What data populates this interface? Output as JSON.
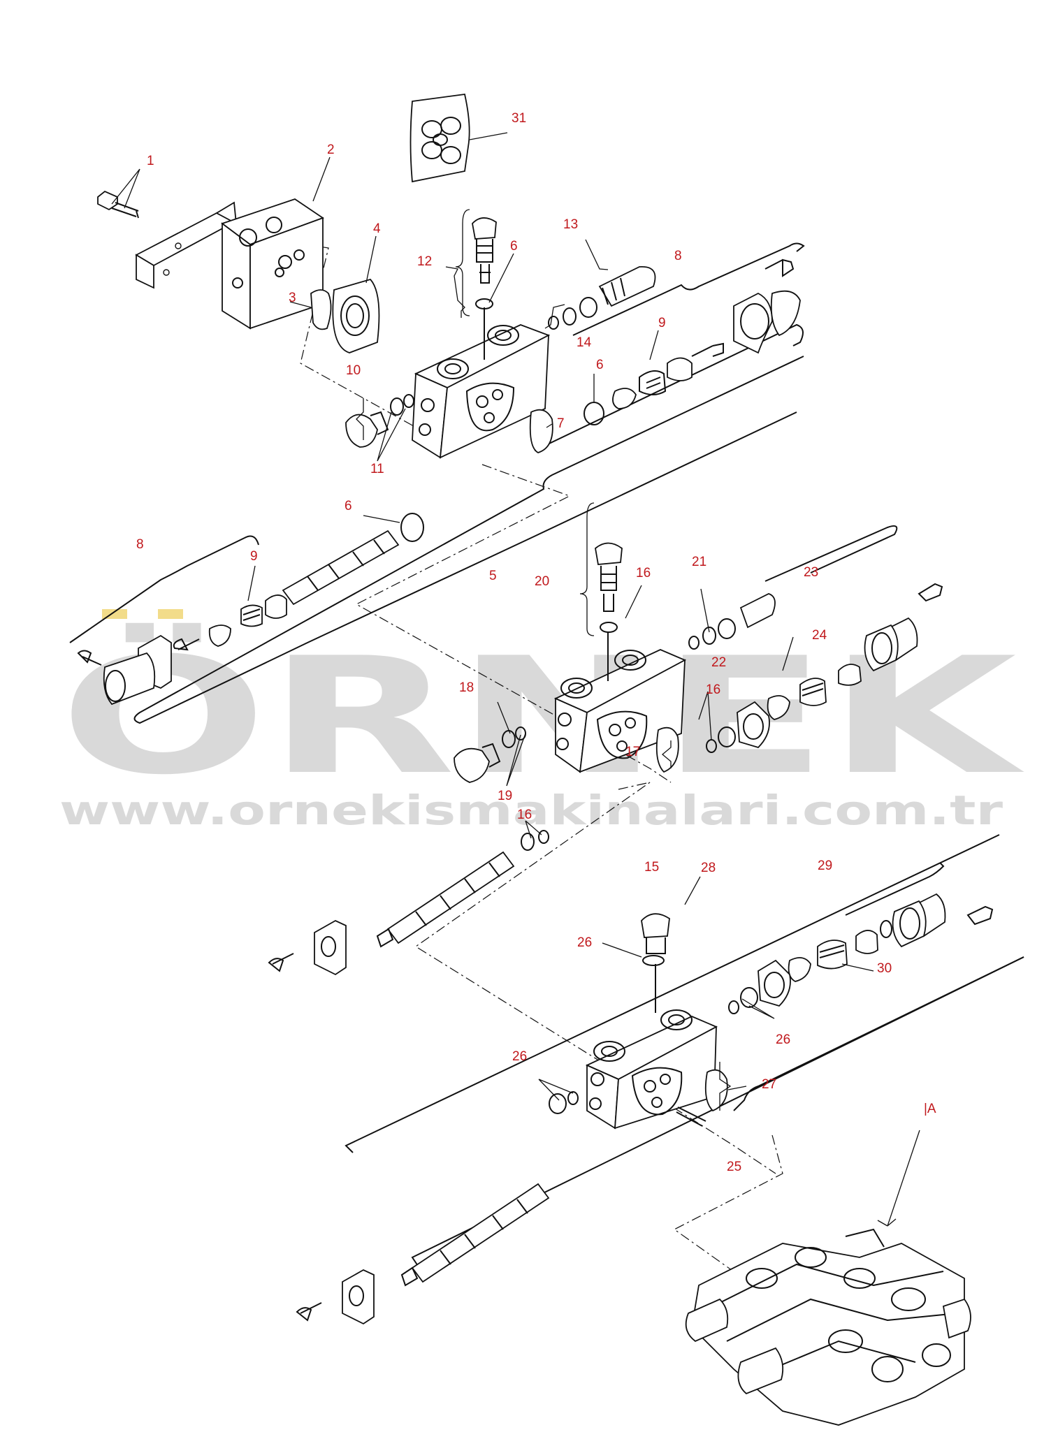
{
  "colors": {
    "callout": "#c0181c",
    "line": "#111111",
    "watermark": "#d9d9d9",
    "watermark_accent": "#f2dc8a"
  },
  "watermark": {
    "brand": "ÖRNEK",
    "url": "www.ornekismakinalari.com.tr"
  },
  "callouts": {
    "c1": "1",
    "c2": "2",
    "c3": "3",
    "c4": "4",
    "c5": "5",
    "c6a": "6",
    "c6b": "6",
    "c6c": "6",
    "c7": "7",
    "c8a": "8",
    "c8b": "8",
    "c9a": "9",
    "c9b": "9",
    "c10": "10",
    "c11": "11",
    "c12": "12",
    "c13": "13",
    "c14": "14",
    "c15": "15",
    "c16a": "16",
    "c16b": "16",
    "c16c": "16",
    "c17": "17",
    "c18": "18",
    "c19": "19",
    "c20": "20",
    "c21": "21",
    "c22": "22",
    "c23": "23",
    "c24": "24",
    "c25": "25",
    "c26a": "26",
    "c26b": "26",
    "c26c": "26",
    "c27": "27",
    "c28": "28",
    "c29": "29",
    "c30": "30",
    "c31": "31",
    "cA": "|A"
  },
  "icons": {
    "seal_kit": "seal-kit-icon",
    "valve_section": "valve-section-icon",
    "assembly": "valve-assembly-icon"
  }
}
